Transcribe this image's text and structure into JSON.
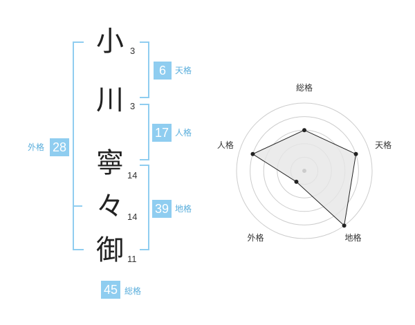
{
  "name_chars": [
    {
      "char": "小",
      "strokes": "3"
    },
    {
      "char": "川",
      "strokes": "3"
    },
    {
      "char": "寧",
      "strokes": "14"
    },
    {
      "char": "々",
      "strokes": "14"
    },
    {
      "char": "御",
      "strokes": "11"
    }
  ],
  "fortunes": {
    "tenkaku": {
      "label": "天格",
      "value": "6"
    },
    "jinkaku": {
      "label": "人格",
      "value": "17"
    },
    "chikaku": {
      "label": "地格",
      "value": "39"
    },
    "gaikaku": {
      "label": "外格",
      "value": "28"
    },
    "soukaku": {
      "label": "総格",
      "value": "45"
    }
  },
  "colors": {
    "accent": "#8fcdf0",
    "accent_text": "#5aaedc"
  },
  "chart_data": {
    "type": "radar",
    "axes": [
      "総格",
      "天格",
      "地格",
      "外格",
      "人格"
    ],
    "values": [
      3,
      4,
      5,
      1,
      4
    ],
    "rmax": 5,
    "grid": true
  }
}
